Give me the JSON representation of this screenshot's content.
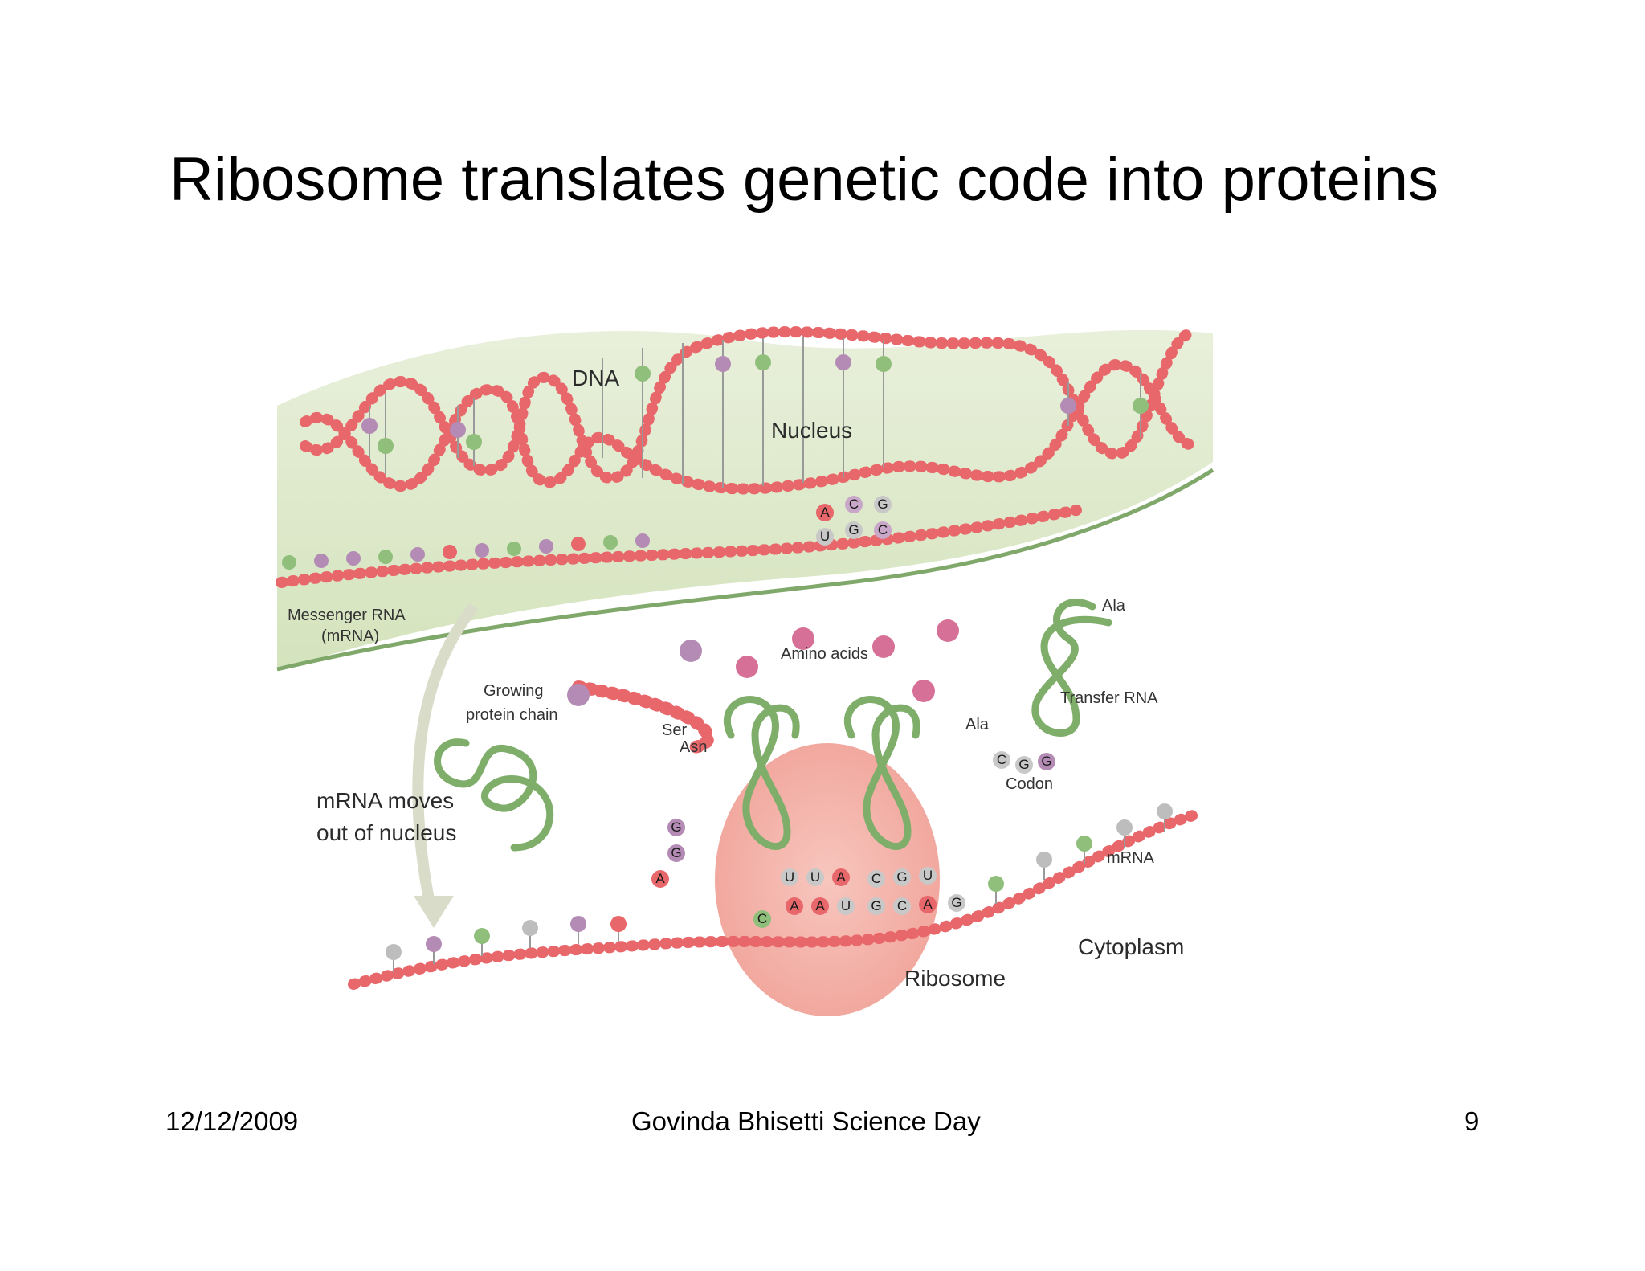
{
  "slide": {
    "title": "Ribosome translates genetic code into proteins"
  },
  "figure": {
    "labels": {
      "dna": "DNA",
      "nucleus": "Nucleus",
      "messenger_rna": "Messenger RNA",
      "messenger_rna_abbr": "(mRNA)",
      "amino_acids": "Amino acids",
      "growing_chain_1": "Growing",
      "growing_chain_2": "protein chain",
      "transfer_rna": "Transfer RNA",
      "codon": "Codon",
      "mrna_moves_1": "mRNA moves",
      "mrna_moves_2": "out of nucleus",
      "mrna": "mRNA",
      "cytoplasm": "Cytoplasm",
      "ribosome": "Ribosome"
    },
    "amino_acid_tags": {
      "ser": "Ser",
      "asn": "Asn",
      "ala_1": "Ala",
      "ala_2": "Ala"
    },
    "dna_bases": [
      "A",
      "C",
      "G",
      "U",
      "G",
      "C"
    ],
    "codon_bases": [
      "C",
      "G",
      "G"
    ],
    "left_trna_bases": [
      "G",
      "G",
      "A"
    ],
    "anticodon_bases": [
      "U",
      "U",
      "A",
      "C",
      "G",
      "U"
    ],
    "mrna_bases": [
      "C",
      "A",
      "A",
      "U",
      "G",
      "C",
      "A",
      "G"
    ],
    "colors": {
      "backbone": "#e8676b",
      "nucleus_fill": "#d9e6c4",
      "membrane": "#7fa86a",
      "trna": "#7fae6b",
      "ribosome": "#f2a99e",
      "purple_base": "#b48bb4",
      "green_base": "#8fbf7a"
    }
  },
  "footer": {
    "date": "12/12/2009",
    "center": "Govinda Bhisetti Science Day",
    "page": "9"
  }
}
